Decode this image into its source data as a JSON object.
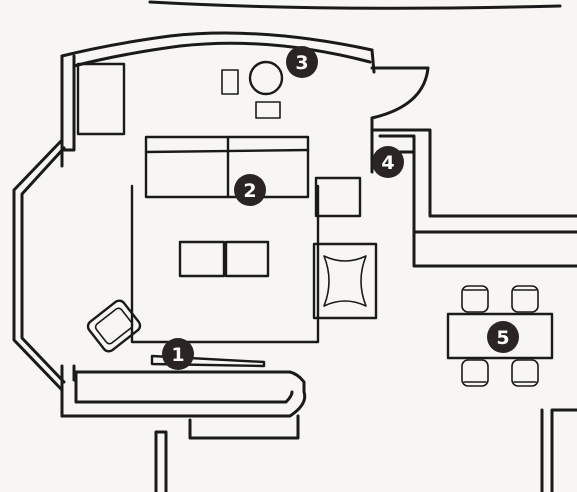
{
  "markers": [
    {
      "id": "1",
      "label": "1"
    },
    {
      "id": "2",
      "label": "2"
    },
    {
      "id": "3",
      "label": "3"
    },
    {
      "id": "4",
      "label": "4"
    },
    {
      "id": "5",
      "label": "5"
    }
  ],
  "colors": {
    "background": "#f7f6f3",
    "line": "#1a1a1a",
    "marker_fill": "#2a2522",
    "marker_text": "#ffffff"
  }
}
